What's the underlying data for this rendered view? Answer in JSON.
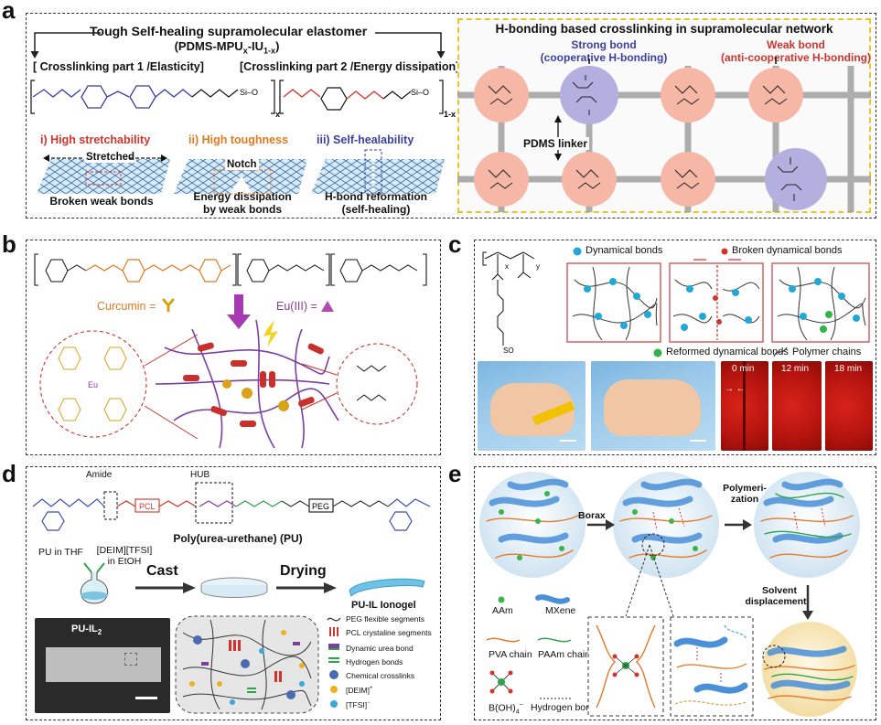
{
  "panels": {
    "a": {
      "label": "a",
      "title": "Tough Self-healing supramolecular elastomer",
      "subtitle_main": "(PDMS-MPU",
      "subtitle_x": "x",
      "subtitle_mid": "-IU",
      "subtitle_1x": "1-x",
      "subtitle_end": ")",
      "part1": "[ Crosslinking part 1 /Elasticity]",
      "part2": "[Crosslinking part 2 /Energy dissipation]",
      "sub_x": "x",
      "sub_1x": "1-x",
      "prop1": "i) High stretchability",
      "prop2": "ii) High toughness",
      "prop3": "iii) Self-healability",
      "stretched": "Stretched",
      "notch": "Notch",
      "cap1": "Broken weak bonds",
      "cap2a": "Energy dissipation",
      "cap2b": "by weak bonds",
      "cap3a": "H-bond reformation",
      "cap3b": "(self-healing)",
      "net_title": "H-bonding based crosslinking in supramolecular network",
      "strong_a": "Strong bond",
      "strong_b": "(cooperative H-bonding)",
      "weak_a": "Weak bond",
      "weak_b": "(anti-cooperative H-bonding)",
      "linker": "PDMS linker"
    },
    "b": {
      "label": "b",
      "curcumin": "Curcumin =",
      "eu": "Eu(III) ="
    },
    "c": {
      "label": "c",
      "dyn": "Dynamical bonds",
      "broken": "Broken dynamical bonds",
      "reformed": "Reformed dynamical bonds",
      "chains": "Polymer chains",
      "t0": "0 min",
      "t12": "12 min",
      "t18": "18 min",
      "sub_x": "x",
      "sub_y": "y"
    },
    "d": {
      "label": "d",
      "amide": "Amide",
      "hub": "HUB",
      "pcl": "PCL",
      "peg": "PEG",
      "pu": "Poly(urea-urethane) (PU)",
      "pu_thf": "PU in THF",
      "il_a": "[DEIM][TFSI]",
      "il_b": "in EtOH",
      "cast": "Cast",
      "drying": "Drying",
      "ionogel": "PU-IL Ionogel",
      "sample": "PU-IL",
      "sample_sub": "2",
      "legend": [
        "PEG flexible segments",
        "PCL crystaline segments",
        "Dynamic urea bond",
        "Hydrogen bonds",
        "Chemical crosslinks",
        "[DEIM]",
        "[TFSI]"
      ]
    },
    "e": {
      "label": "e",
      "borax": "Borax",
      "poly_a": "Polymeri-",
      "poly_b": "zation",
      "solv_a": "Solvent",
      "solv_b": "displacement",
      "aam": "AAm",
      "mxene": "MXene",
      "pva": "PVA chain",
      "paam": "PAAm chain",
      "boh": "B(OH)",
      "boh_sub": "4",
      "hbond": "Hydrogen bond"
    }
  },
  "colors": {
    "red": "#d0342c",
    "orange": "#e07a1f",
    "blue": "#3a3fa5",
    "pink_node": "#f6b7a6",
    "purple_node": "#b3b0e0",
    "yellow_border": "#e8c52a",
    "mxene": "#4a90d9"
  }
}
